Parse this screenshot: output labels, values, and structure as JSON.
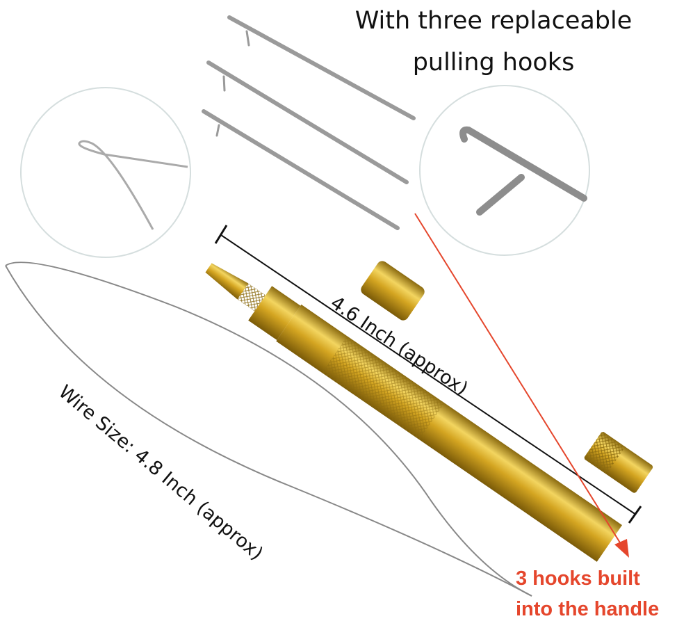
{
  "headline": {
    "line1": "With three replaceable",
    "line2": "pulling hooks"
  },
  "pen_length_label": "4.6 Inch (approx)",
  "wire_size_label": "Wire Size: 4.8 Inch (approx)",
  "callout": {
    "line1": "3 hooks built",
    "line2": "into the handle"
  },
  "colors": {
    "gold": "#d4a521",
    "callout_red": "#e5462c",
    "steel": "#9a9a9a"
  }
}
